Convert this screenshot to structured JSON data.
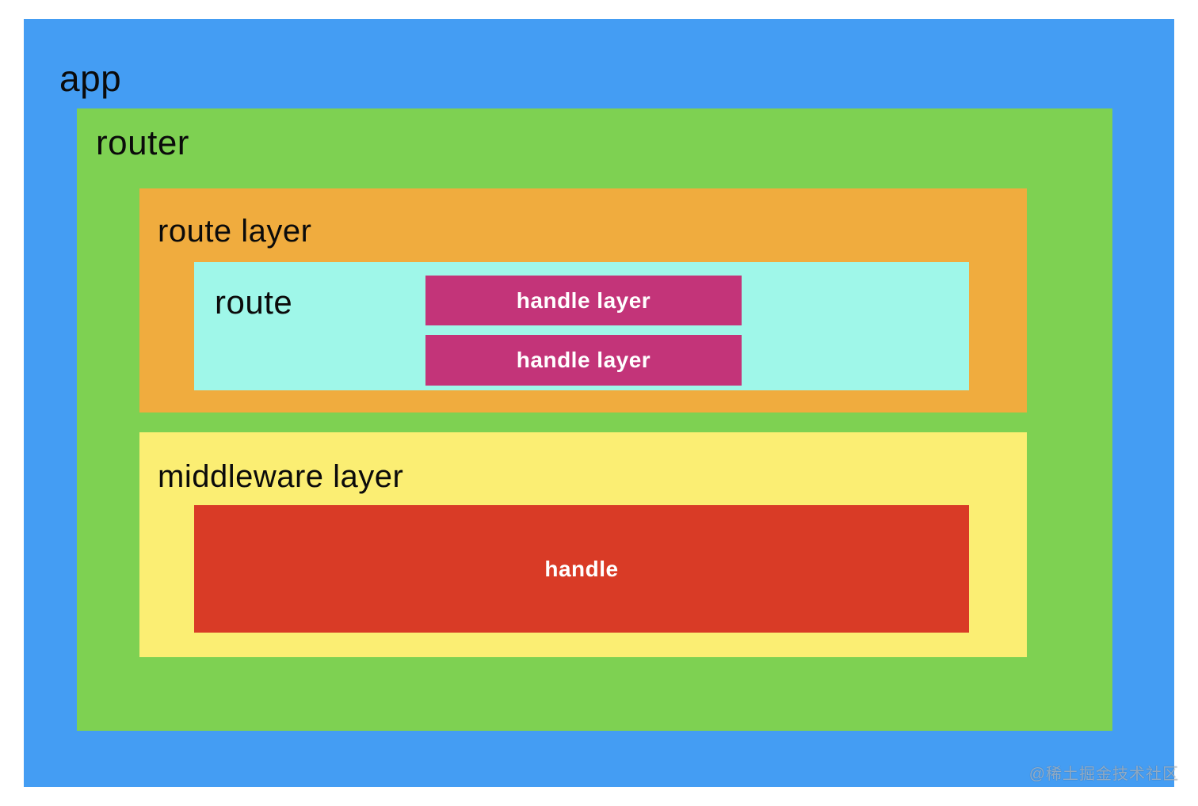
{
  "diagram": {
    "app": {
      "label": "app",
      "color": "#449DF3"
    },
    "router": {
      "label": "router",
      "color": "#7ED152"
    },
    "route_layer": {
      "label": "route layer",
      "color": "#F0AC3E"
    },
    "route": {
      "label": "route",
      "color": "#9FF7E9"
    },
    "handle_layers": [
      {
        "label": "handle layer"
      },
      {
        "label": "handle layer"
      }
    ],
    "handle_layer_color": "#C33479",
    "middleware_layer": {
      "label": "middleware layer",
      "color": "#FBEE73"
    },
    "handle": {
      "label": "handle",
      "color": "#D93B26"
    }
  },
  "watermark": {
    "text": "@稀土掘金技术社区"
  }
}
